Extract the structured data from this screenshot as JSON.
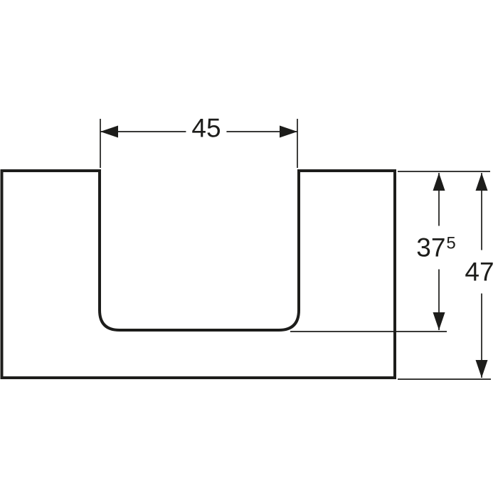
{
  "drawing": {
    "description": "Technical dimension drawing of a countertop panel with rectangular cutout, front view",
    "colors": {
      "line": "#1d1d1b",
      "background": "#ffffff"
    },
    "dimensions": {
      "cutout_width": {
        "label": "45"
      },
      "cutout_depth": {
        "label": "37",
        "superscript": "5"
      },
      "overall_depth": {
        "label": "47"
      }
    }
  }
}
